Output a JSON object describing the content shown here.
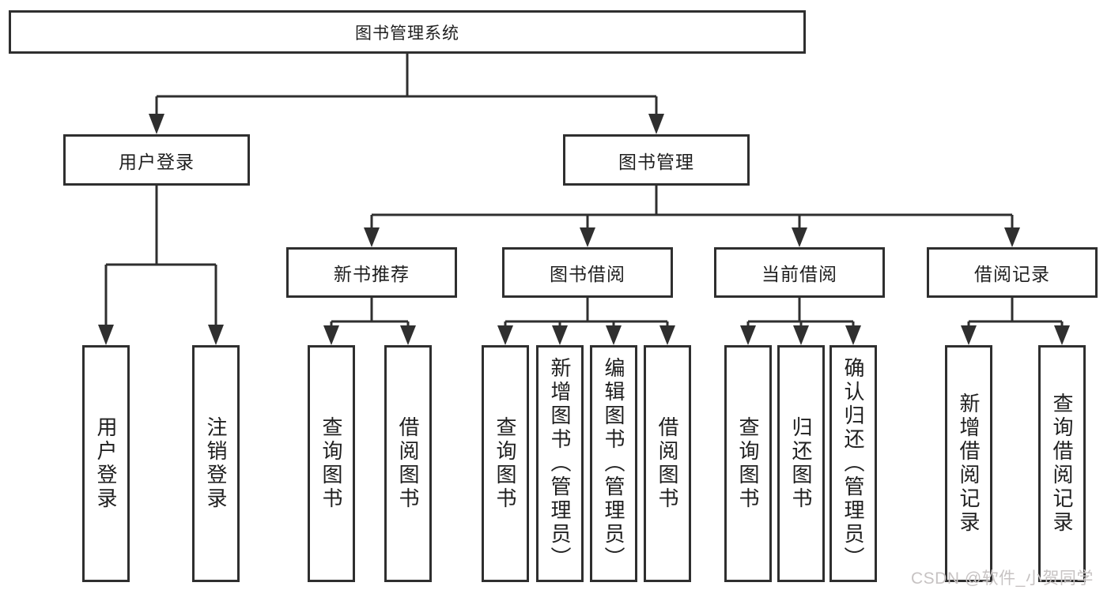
{
  "diagram": {
    "root": "图书管理系统",
    "level2": [
      {
        "label": "用户登录"
      },
      {
        "label": "图书管理"
      }
    ],
    "level3": [
      {
        "label": "新书推荐"
      },
      {
        "label": "图书借阅"
      },
      {
        "label": "当前借阅"
      },
      {
        "label": "借阅记录"
      }
    ],
    "leaves": {
      "user_login": [
        "用户登录",
        "注销登录"
      ],
      "new_books": [
        "查询图书",
        "借阅图书"
      ],
      "borrow": [
        "查询图书",
        "新增图书（管理员）",
        "编辑图书（管理员）",
        "借阅图书"
      ],
      "current": [
        "查询图书",
        "归还图书",
        "确认归还（管理员）"
      ],
      "records": [
        "新增借阅记录",
        "查询借阅记录"
      ]
    }
  },
  "watermark": "CSDN @软件_小贺同学",
  "colors": {
    "line": "#2f2f2f",
    "text": "#1f1f1f",
    "wm": "#c7c3c3",
    "bg": "#ffffff"
  }
}
